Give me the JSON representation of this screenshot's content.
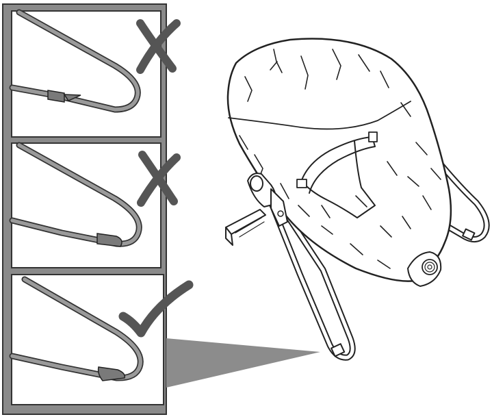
{
  "figure": {
    "panels": [
      {
        "id": "top",
        "verdict": "incorrect",
        "mark_icon": "cross-mark-icon"
      },
      {
        "id": "middle",
        "verdict": "incorrect",
        "mark_icon": "cross-mark-icon"
      },
      {
        "id": "bottom",
        "verdict": "correct",
        "mark_icon": "check-mark-icon"
      }
    ],
    "main_illustration": "baby-bouncer-seat",
    "colors": {
      "frame": "#8a8a8a",
      "mark": "#555555",
      "callout": "#8c8c8c",
      "wire": "#9a9a9a",
      "line": "#222222"
    }
  }
}
